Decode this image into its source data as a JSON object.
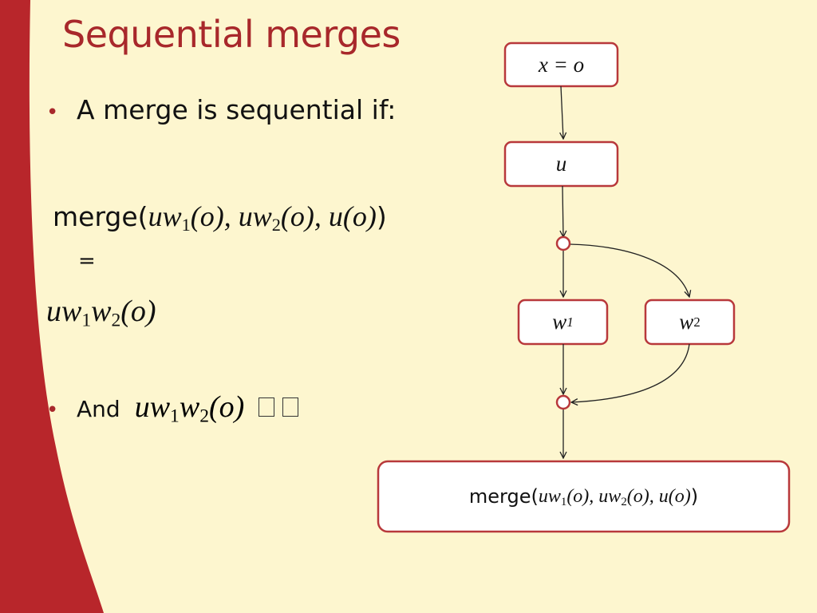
{
  "slide": {
    "title": "Sequential merges",
    "bullet1": "A merge is sequential if:",
    "bullet2_prefix": "And"
  },
  "formula": {
    "merge_word": "merge(",
    "uw": "uw",
    "sub1": "1",
    "sub2": "2",
    "open_o": "(o), ",
    "u_term": "u",
    "o_paren": "(o)",
    "close": ")",
    "equals": "=",
    "result_uw": "uw",
    "result_w": "w",
    "result_o": "(o)"
  },
  "diagram": {
    "nodes": [
      {
        "id": "x_eq_o",
        "label": "x = o"
      },
      {
        "id": "u",
        "label": "u"
      },
      {
        "id": "w1",
        "label": "w",
        "sub": "1"
      },
      {
        "id": "w2",
        "label": "w",
        "sub": "2"
      },
      {
        "id": "merge",
        "label": "merge(uw1(o), uw2(o), u(o))"
      }
    ],
    "edges": [
      {
        "from": "x_eq_o",
        "to": "u"
      },
      {
        "from": "u",
        "to": "fork"
      },
      {
        "from": "fork",
        "to": "w1"
      },
      {
        "from": "fork",
        "to": "w2"
      },
      {
        "from": "w1",
        "to": "join"
      },
      {
        "from": "w2",
        "to": "join"
      },
      {
        "from": "join",
        "to": "merge"
      }
    ]
  },
  "colors": {
    "accent": "#a8282b",
    "background": "#fdf6cf",
    "band": "#b8262b",
    "node_border": "#b8383b"
  }
}
